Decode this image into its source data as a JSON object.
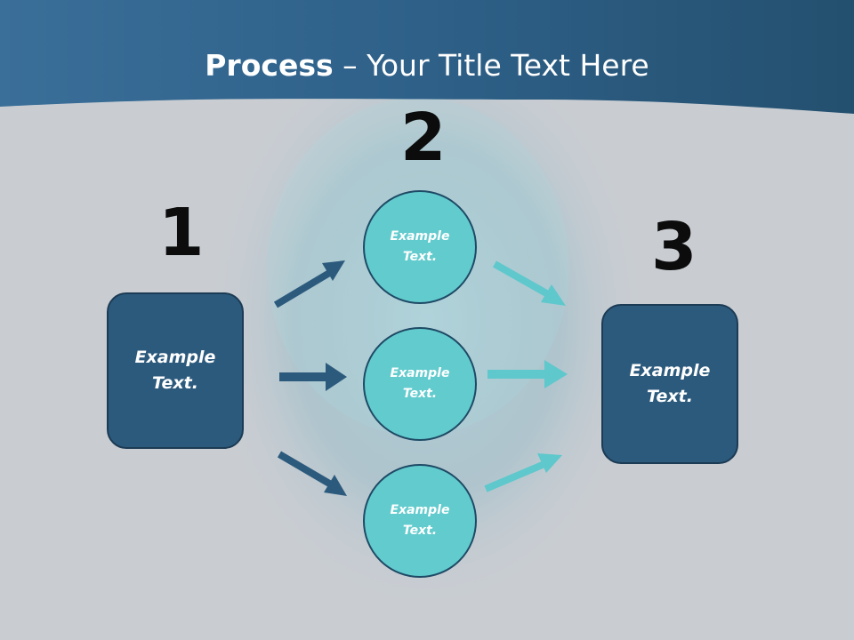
{
  "title": {
    "bold": "Process",
    "rest": " – Your Title Text Here"
  },
  "colors": {
    "header": "#2d5f86",
    "box": "#2c5a7d",
    "circle": "#62cbcd",
    "arrow_dark": "#2c5a7d",
    "arrow_light": "#5ec8cc"
  },
  "numbers": {
    "step1": "1",
    "step2": "2",
    "step3": "3"
  },
  "left_box": {
    "text": "Example\nText."
  },
  "right_box": {
    "text": "Example\nText."
  },
  "circles": [
    {
      "text": "Example\nText."
    },
    {
      "text": "Example\nText."
    },
    {
      "text": "Example\nText."
    }
  ]
}
